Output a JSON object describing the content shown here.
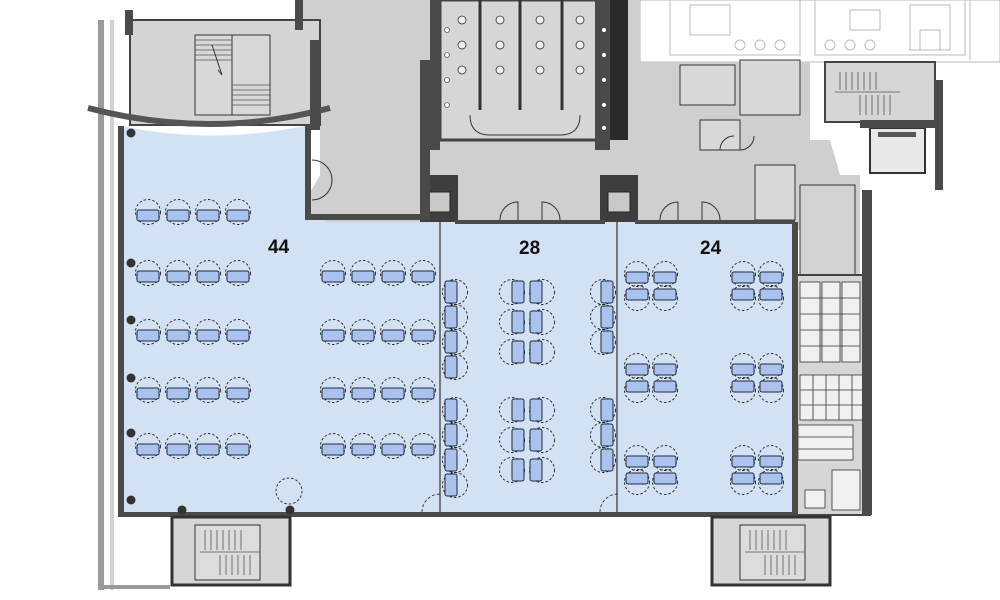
{
  "rooms": [
    {
      "id": "room-44",
      "capacity_label": "44"
    },
    {
      "id": "room-28",
      "capacity_label": "28"
    },
    {
      "id": "room-24",
      "capacity_label": "24"
    }
  ],
  "colors": {
    "room_fill": "#d3e1f4",
    "seat_fill": "#a9c2ee",
    "corridor_fill": "#cfcfcf",
    "wall": "#4a4a4a",
    "background": "#ffffff"
  },
  "icons": [
    "stairs-icon",
    "elevator-icon",
    "door-swing-icon",
    "toilet-icon",
    "column-icon"
  ]
}
